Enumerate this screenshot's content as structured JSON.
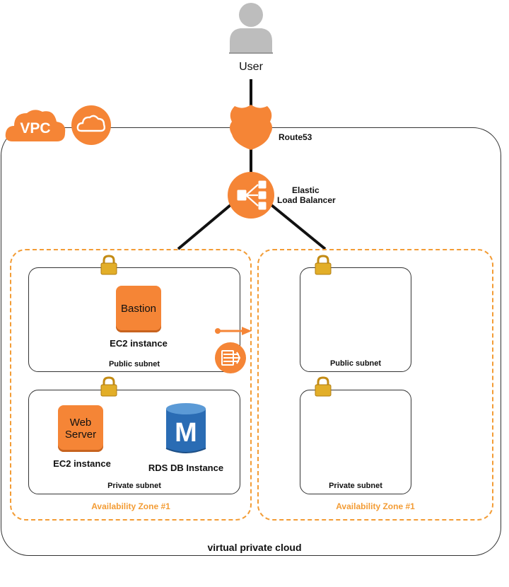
{
  "diagram": {
    "user_label": "User",
    "vpc_badge": "VPC",
    "route53_label": "Route53",
    "elb_label_line1": "Elastic",
    "elb_label_line2": "Load Balancer",
    "vpc_label": "virtual private cloud",
    "zones": [
      {
        "label": "Availability Zone #1",
        "public_subnet": {
          "label": "Public subnet",
          "instance_box": "Bastion",
          "instance_caption": "EC2 instance"
        },
        "private_subnet": {
          "label": "Private subnet",
          "instance_box_line1": "Web",
          "instance_box_line2": "Server",
          "instance_caption": "EC2 instance",
          "db_letter": "M",
          "db_caption": "RDS DB Instance"
        }
      },
      {
        "label": "Availability Zone #1",
        "public_subnet": {
          "label": "Public subnet"
        },
        "private_subnet": {
          "label": "Private subnet"
        }
      }
    ]
  },
  "colors": {
    "aws_orange": "#f58536",
    "zone_dash": "#f39c35",
    "db_blue": "#2a6cb4",
    "user_gray": "#bdbdbd",
    "lock_gold": "#d9a520"
  },
  "icons": [
    "user-icon",
    "vpc-cloud-icon",
    "cloud-icon",
    "route53-icon",
    "elb-icon",
    "lock-icon",
    "nat-gateway-icon",
    "rds-icon"
  ]
}
